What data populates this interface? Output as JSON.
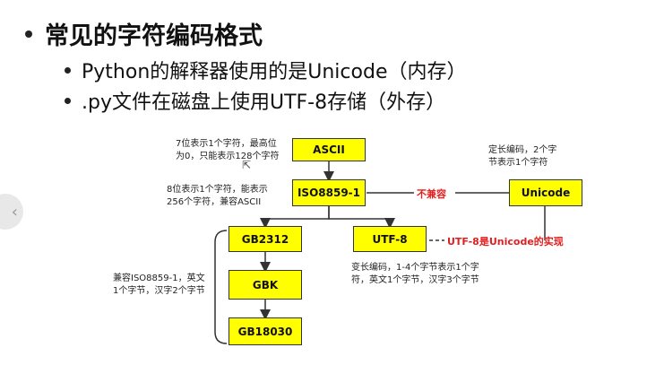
{
  "bullets": {
    "main": "常见的字符编码格式",
    "sub1": "Python的解释器使用的是Unicode（内存）",
    "sub2": ".py文件在磁盘上使用UTF-8存储（外存）"
  },
  "diagram": {
    "boxes": {
      "ascii": "ASCII",
      "iso": "ISO8859-1",
      "unicode": "Unicode",
      "gb2312": "GB2312",
      "utf8": "UTF-8",
      "gbk": "GBK",
      "gb18030": "GB18030"
    },
    "notes": {
      "ascii_l1": "7位表示1个字符，最高位",
      "ascii_l2": "为0，只能表示128个字符",
      "iso_l1": "8位表示1个字符，能表示",
      "iso_l2": "256个字符，兼容ASCII",
      "unicode_l1": "定长编码，2个字",
      "unicode_l2": "节表示1个字符",
      "gbk_l1": "兼容ISO8859-1，英文",
      "gbk_l2": "1个字节，汉字2个字节",
      "utf8_l1": "变长编码，1-4个字节表示1个字",
      "utf8_l2": "符，英文1个字节，汉字3个字节"
    },
    "red_labels": {
      "incompatible": "不兼容",
      "utf8_impl": "UTF-8是Unicode的实现"
    },
    "colors": {
      "box_fill": "#ffff00",
      "red_text": "#e02020"
    }
  }
}
